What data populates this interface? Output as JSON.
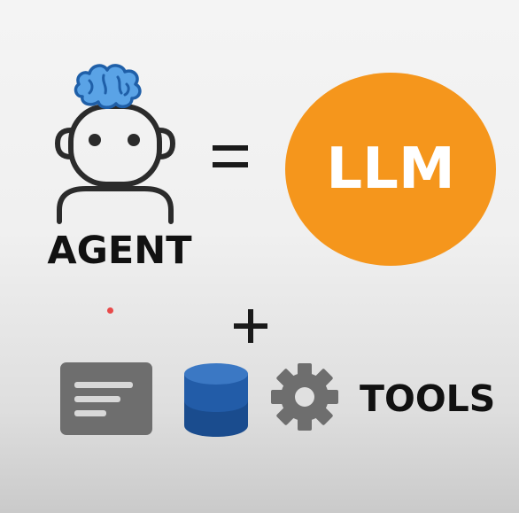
{
  "agent": {
    "label": "AGENT",
    "icon": "robot-head-with-brain-icon",
    "brain_color": "#5aa3e6"
  },
  "equation": {
    "equals_symbol": "=",
    "plus_symbol": "+"
  },
  "llm": {
    "label": "LLM",
    "color": "#f5961c"
  },
  "tools": {
    "label": "TOOLS",
    "icons": [
      "document-icon",
      "database-icon",
      "gear-icon"
    ],
    "document_color": "#6e6e6e",
    "database_color": "#1f5aa6",
    "gear_color": "#6e6e6e"
  }
}
